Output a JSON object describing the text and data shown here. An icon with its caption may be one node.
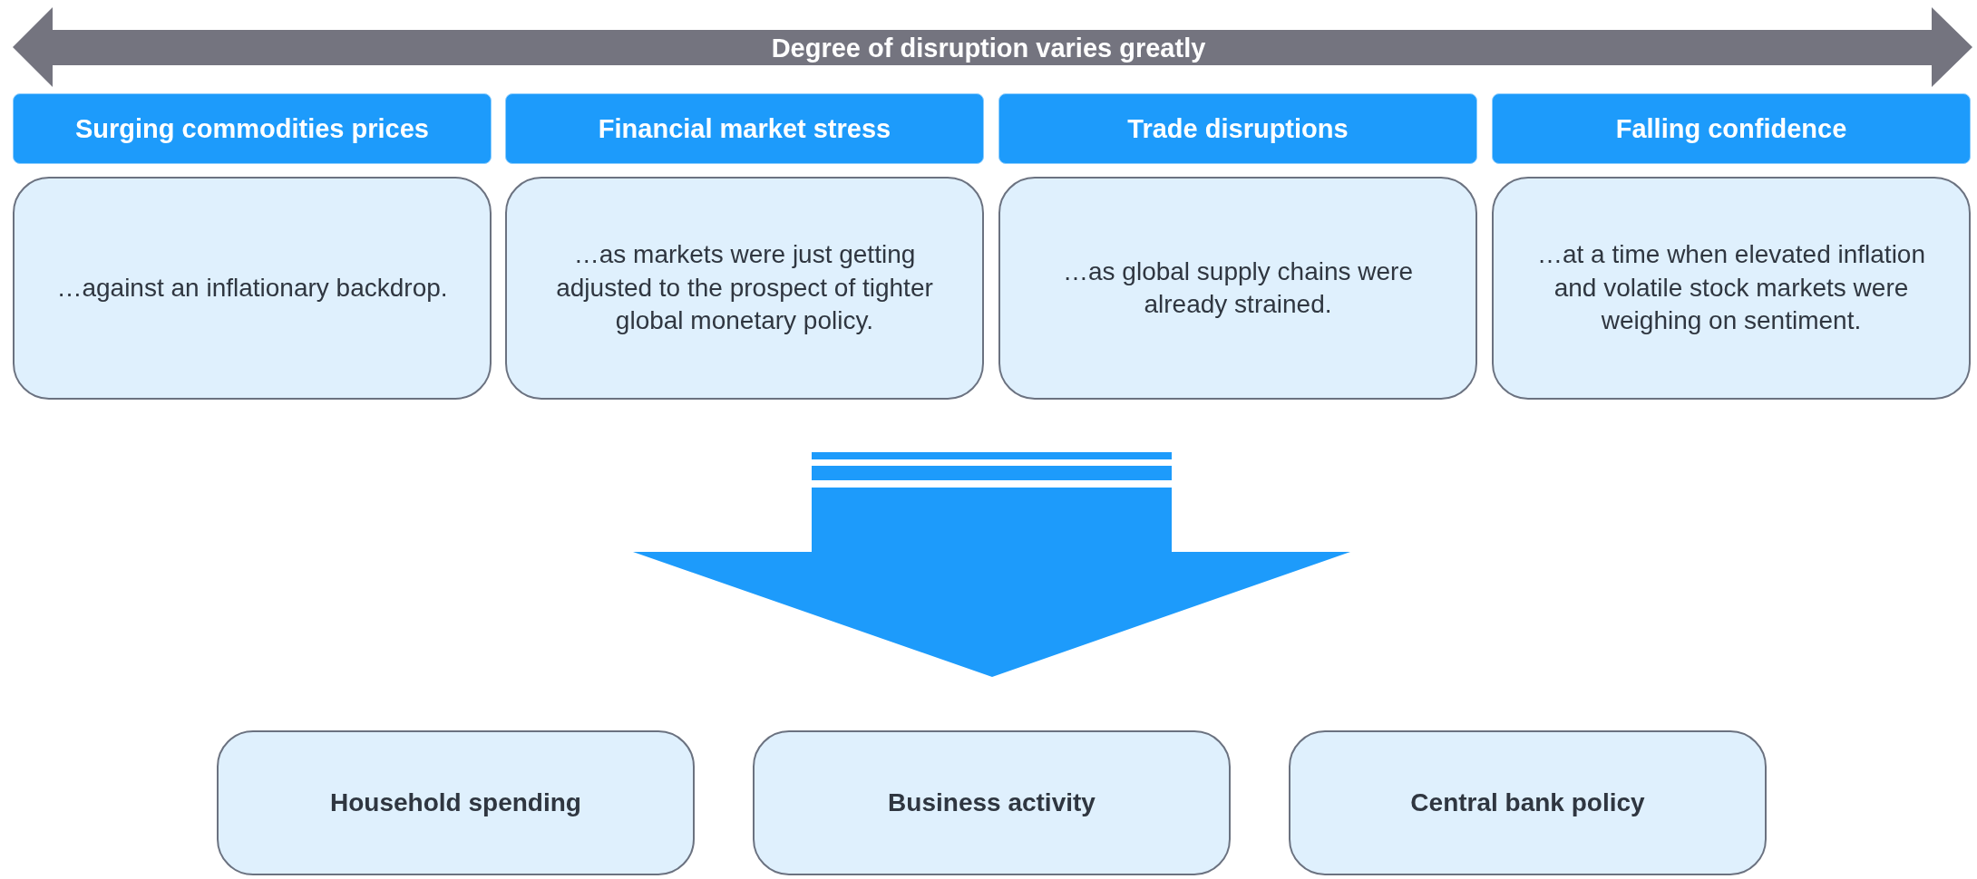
{
  "diagram": {
    "nodes": [
      {
        "text": [
          "Surging commodities prices"
        ]
      },
      {
        "text": [
          "Financial market stress"
        ]
      },
      {
        "text": [
          "Trade disruptions"
        ]
      },
      {
        "text": [
          "Falling confidence"
        ]
      },
      {
        "text": [
          "…against an inflationary backdrop."
        ]
      },
      {
        "text": [
          "…as markets were just getting adjusted to the prospect of tighter global monetary policy."
        ]
      },
      {
        "text": [
          "…as global supply chains were already strained."
        ]
      },
      {
        "text": [
          "…at a time when elevated inflation and volatile stock markets were weighing on sentiment."
        ]
      },
      {
        "text": [
          "Household spending"
        ]
      },
      {
        "text": [
          "Business activity"
        ]
      },
      {
        "text": [
          "Central bank policy"
        ]
      }
    ],
    "labels": [
      "Degree of disruption varies greatly"
    ]
  }
}
